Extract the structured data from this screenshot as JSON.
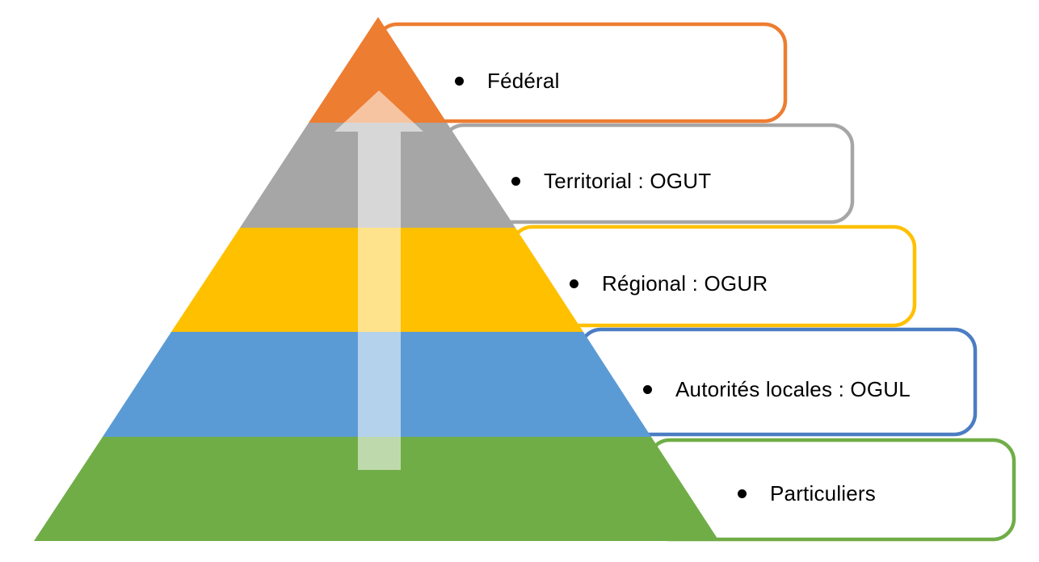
{
  "levels": [
    {
      "label": "Fédéral",
      "band_color": "#ED7D31",
      "box_border_color": "#ED7D31"
    },
    {
      "label": "Territorial : OGUT",
      "band_color": "#A6A6A6",
      "box_border_color": "#A6A6A6"
    },
    {
      "label": "Régional : OGUR",
      "band_color": "#FFC000",
      "box_border_color": "#FFC000"
    },
    {
      "label": "Autorités locales : OGUL",
      "band_color": "#5B9BD5",
      "box_border_color": "#4B7DC3"
    },
    {
      "label": "Particuliers",
      "band_color": "#70AD47",
      "box_border_color": "#70AD47"
    }
  ],
  "arrow": {
    "color": "#FFFFFF"
  },
  "icons": {
    "bullet": "filled-circle-bullet",
    "arrow": "block-arrow-up"
  },
  "text_color": "#000000"
}
